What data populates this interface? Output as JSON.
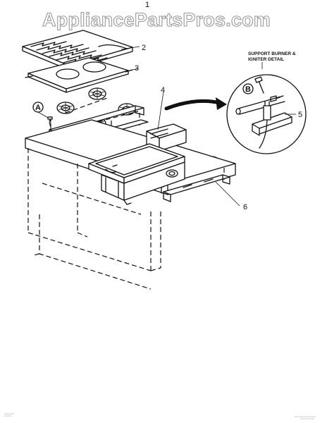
{
  "watermark": "AppliancePartsPros.com",
  "detail_title_line1": "SUPPORT BURNER &",
  "detail_title_line2": "IGNITER DETAIL",
  "callouts": {
    "c1": "1",
    "c2": "2",
    "c3": "3",
    "c4": "4",
    "c5": "5",
    "c6": "6",
    "cA": "A",
    "cB": "B"
  }
}
